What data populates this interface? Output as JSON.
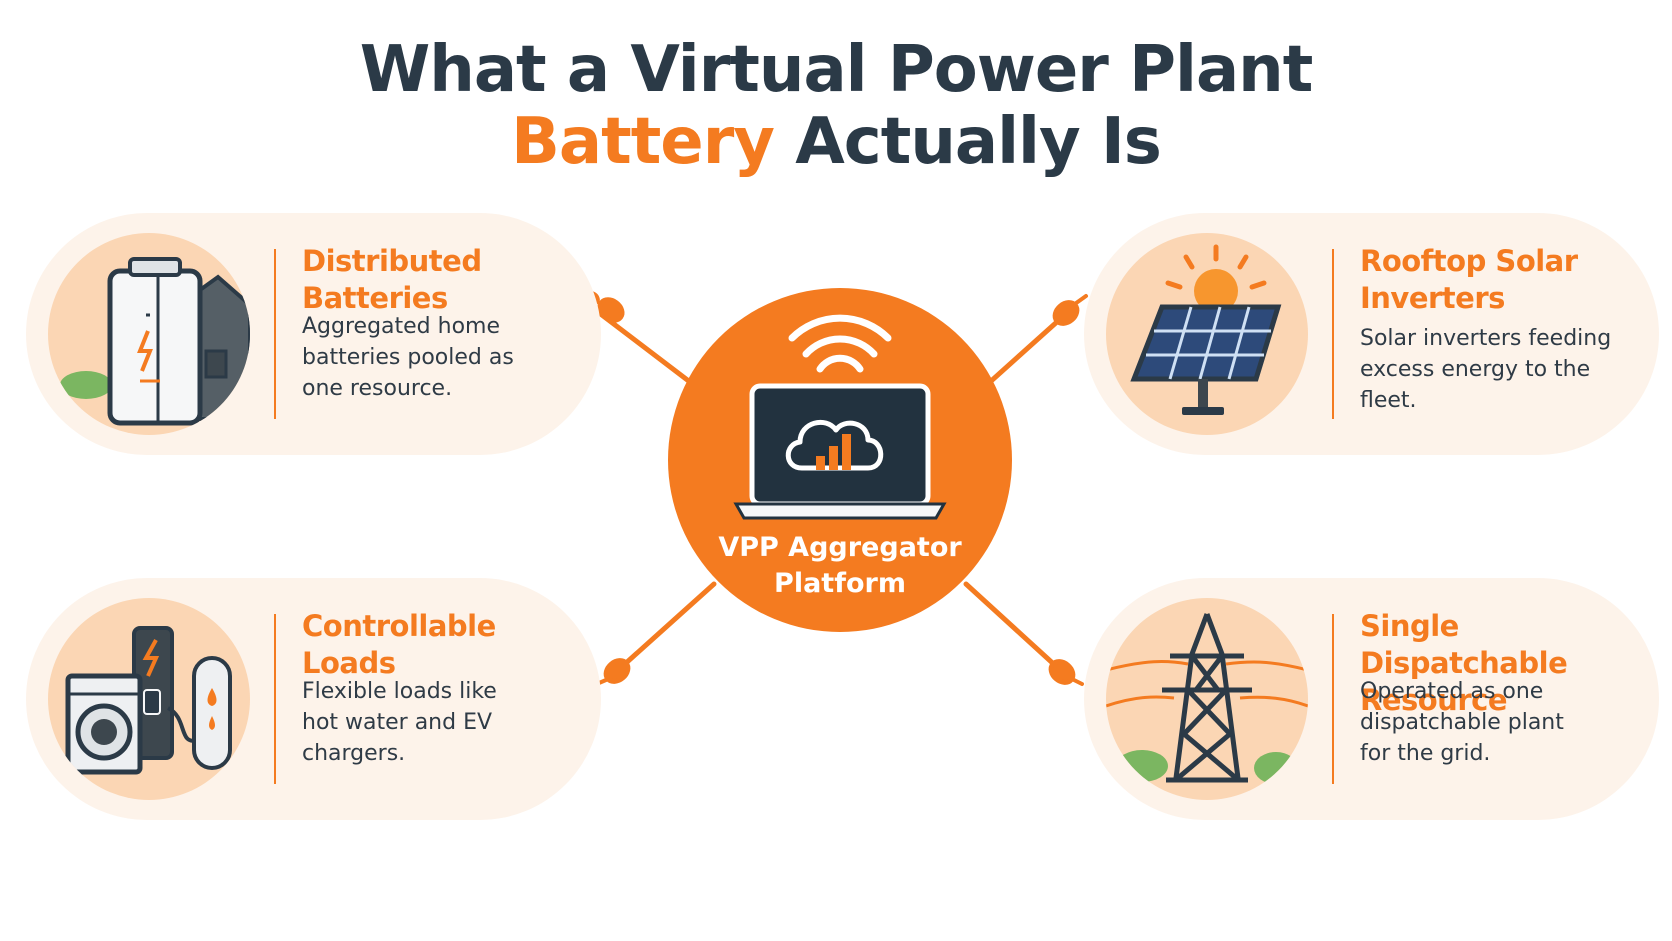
{
  "title": {
    "line1": "What a Virtual Power Plant",
    "line2_accent": "Battery",
    "line2_rest": " Actually Is"
  },
  "hub": {
    "label_line1": "VPP Aggregator",
    "label_line2": "Platform",
    "icon": "laptop-cloud-chart-icon"
  },
  "cards": [
    {
      "title_line1": "Distributed",
      "title_line2": "Batteries",
      "desc_lines": [
        "Aggregated home",
        "batteries pooled as",
        "one resource."
      ],
      "icon": "home-battery-icon"
    },
    {
      "title_line1": "Rooftop Solar",
      "title_line2": "Inverters",
      "desc_lines": [
        "Solar inverters feeding",
        "excess energy to the fleet."
      ],
      "icon": "solar-panel-icon"
    },
    {
      "title_line1": "Controllable",
      "title_line2": "Loads",
      "desc_lines": [
        "Flexible loads like",
        "hot water and EV",
        "chargers."
      ],
      "icon": "appliances-icon"
    },
    {
      "title_line1": "Single Dispatchable",
      "title_line2": "Resource",
      "desc_lines": [
        "Operated as one",
        "dispatchable plant",
        "for the grid."
      ],
      "icon": "transmission-tower-icon"
    }
  ],
  "colors": {
    "accent": "#f47b20",
    "dark": "#2b3a47",
    "card_bg": "#fdf3ea",
    "icon_bg": "#fbd6b4"
  }
}
